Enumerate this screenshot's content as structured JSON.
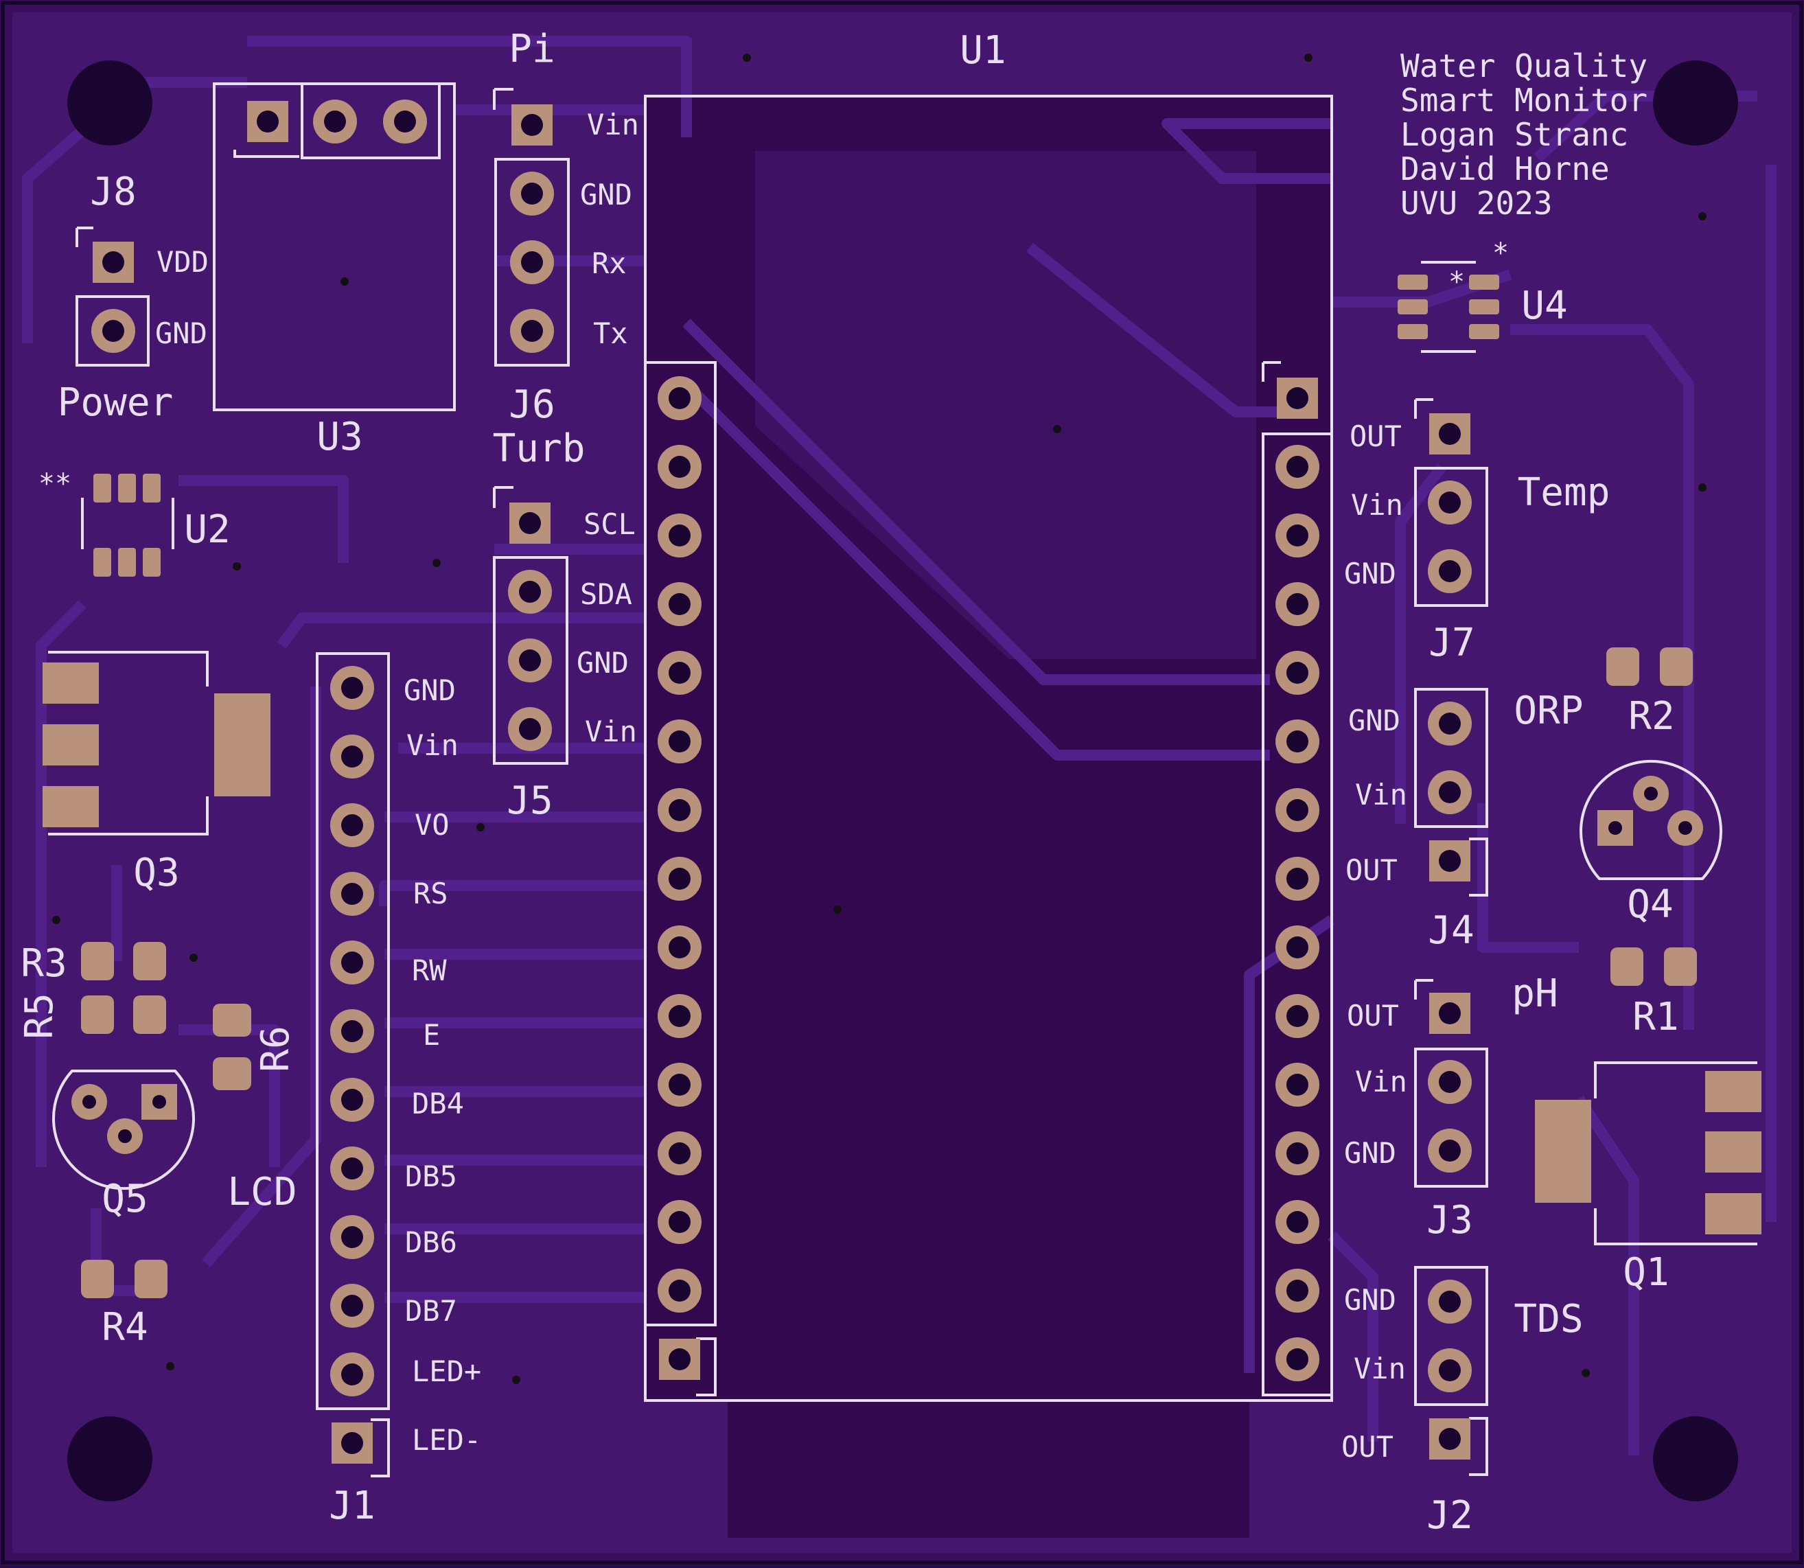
{
  "colors": {
    "board": "#3a0f5e",
    "copper_fill": "#4a1a78",
    "trace": "#54238a",
    "silk": "#e8e0ee",
    "pad": "#b8927a",
    "hole": "#1a0530"
  },
  "title_block": {
    "line1": "Water Quality",
    "line2": "Smart Monitor",
    "line3": "Logan Stranc",
    "line4": "David Horne",
    "line5": "UVU 2023"
  },
  "designators": {
    "u1": "U1",
    "u2": "U2",
    "u3": "U3",
    "u4": "U4",
    "j1": "J1",
    "j2": "J2",
    "j3": "J3",
    "j4": "J4",
    "j5": "J5",
    "j6": "J6",
    "j7": "J7",
    "j8": "J8",
    "q1": "Q1",
    "q3": "Q3",
    "q4": "Q4",
    "q5": "Q5",
    "r1": "R1",
    "r2": "R2",
    "r3": "R3",
    "r4": "R4",
    "r5": "R5",
    "r6": "R6"
  },
  "group_labels": {
    "pi": "Pi",
    "power": "Power",
    "turb": "Turb",
    "temp": "Temp",
    "orp": "ORP",
    "ph": "pH",
    "tds": "TDS",
    "lcd": "LCD",
    "u2_mark": "**",
    "u4_mark": "*"
  },
  "pins": {
    "j8": [
      "VDD",
      "GND"
    ],
    "j6": [
      "Vin",
      "GND",
      "Rx",
      "Tx"
    ],
    "j5": [
      "SCL",
      "SDA",
      "GND",
      "Vin"
    ],
    "j1": [
      "GND",
      "Vin",
      "VO",
      "RS",
      "RW",
      "E",
      "DB4",
      "DB5",
      "DB6",
      "DB7",
      "LED+",
      "LED-"
    ],
    "j7": [
      "OUT",
      "Vin",
      "GND"
    ],
    "j4": [
      "GND",
      "Vin",
      "OUT"
    ],
    "j3": [
      "OUT",
      "Vin",
      "GND"
    ],
    "j2": [
      "GND",
      "Vin",
      "OUT"
    ]
  }
}
